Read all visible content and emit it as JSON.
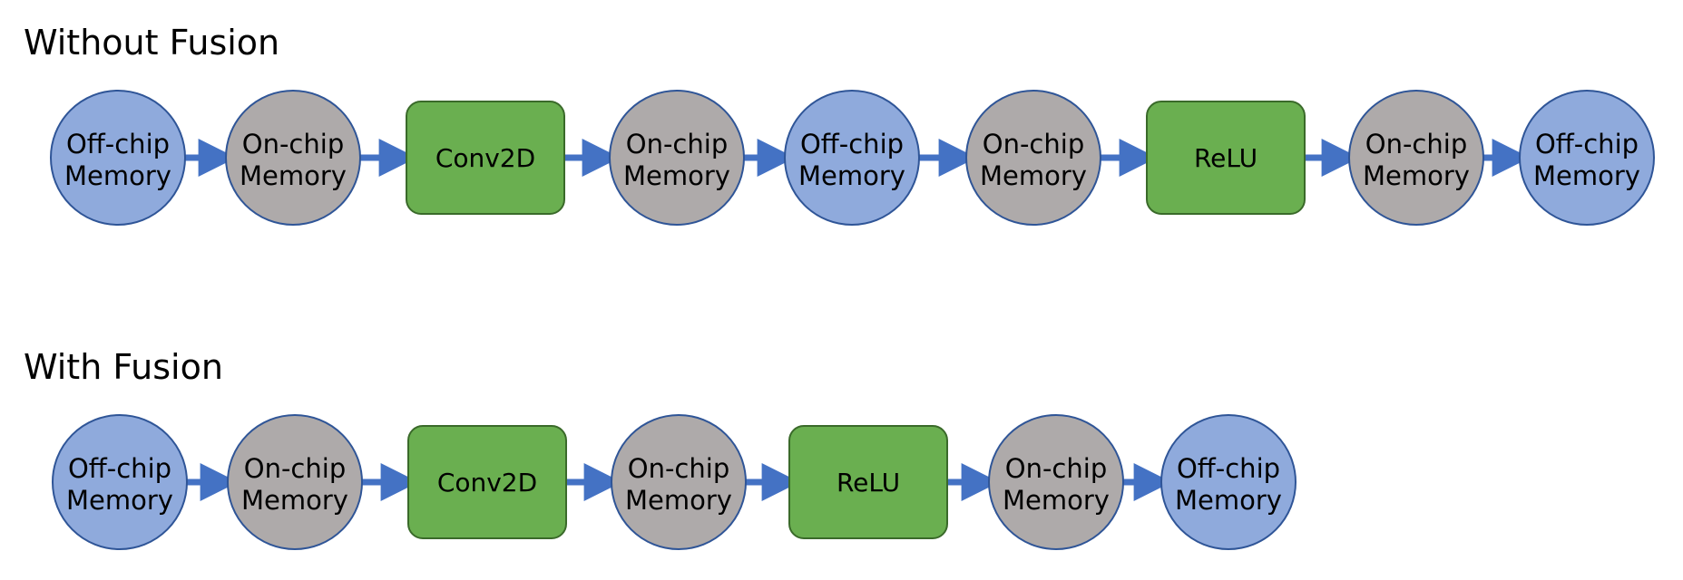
{
  "colors": {
    "off_chip": "#8faadc",
    "on_chip": "#aeaaaa",
    "op": "#6aaf50",
    "outline": "#2f5597",
    "box_outline": "#3a6a2a",
    "arrow": "#4472c4"
  },
  "rows": [
    {
      "title": "Without Fusion",
      "nodes": [
        {
          "kind": "off-chip",
          "lines": [
            "Off-chip",
            "Memory"
          ]
        },
        {
          "kind": "on-chip",
          "lines": [
            "On-chip",
            "Memory"
          ]
        },
        {
          "kind": "op",
          "lines": [
            "Conv2D"
          ]
        },
        {
          "kind": "on-chip",
          "lines": [
            "On-chip",
            "Memory"
          ]
        },
        {
          "kind": "off-chip",
          "lines": [
            "Off-chip",
            "Memory"
          ]
        },
        {
          "kind": "on-chip",
          "lines": [
            "On-chip",
            "Memory"
          ]
        },
        {
          "kind": "op",
          "lines": [
            "ReLU"
          ]
        },
        {
          "kind": "on-chip",
          "lines": [
            "On-chip",
            "Memory"
          ]
        },
        {
          "kind": "off-chip",
          "lines": [
            "Off-chip",
            "Memory"
          ]
        }
      ]
    },
    {
      "title": "With Fusion",
      "nodes": [
        {
          "kind": "off-chip",
          "lines": [
            "Off-chip",
            "Memory"
          ]
        },
        {
          "kind": "on-chip",
          "lines": [
            "On-chip",
            "Memory"
          ]
        },
        {
          "kind": "op",
          "lines": [
            "Conv2D"
          ]
        },
        {
          "kind": "on-chip",
          "lines": [
            "On-chip",
            "Memory"
          ]
        },
        {
          "kind": "op",
          "lines": [
            "ReLU"
          ]
        },
        {
          "kind": "on-chip",
          "lines": [
            "On-chip",
            "Memory"
          ]
        },
        {
          "kind": "off-chip",
          "lines": [
            "Off-chip",
            "Memory"
          ]
        }
      ]
    }
  ]
}
